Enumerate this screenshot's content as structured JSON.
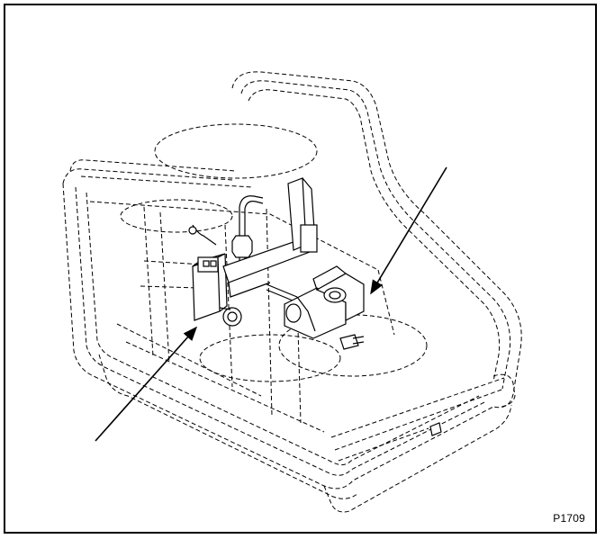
{
  "figure_id": "P1709",
  "colors": {
    "line": "#000000",
    "background": "#ffffff"
  },
  "callouts": [
    {
      "name": "arrow-to-solenoid-valve"
    },
    {
      "name": "arrow-to-valve-bracket-assembly"
    }
  ]
}
